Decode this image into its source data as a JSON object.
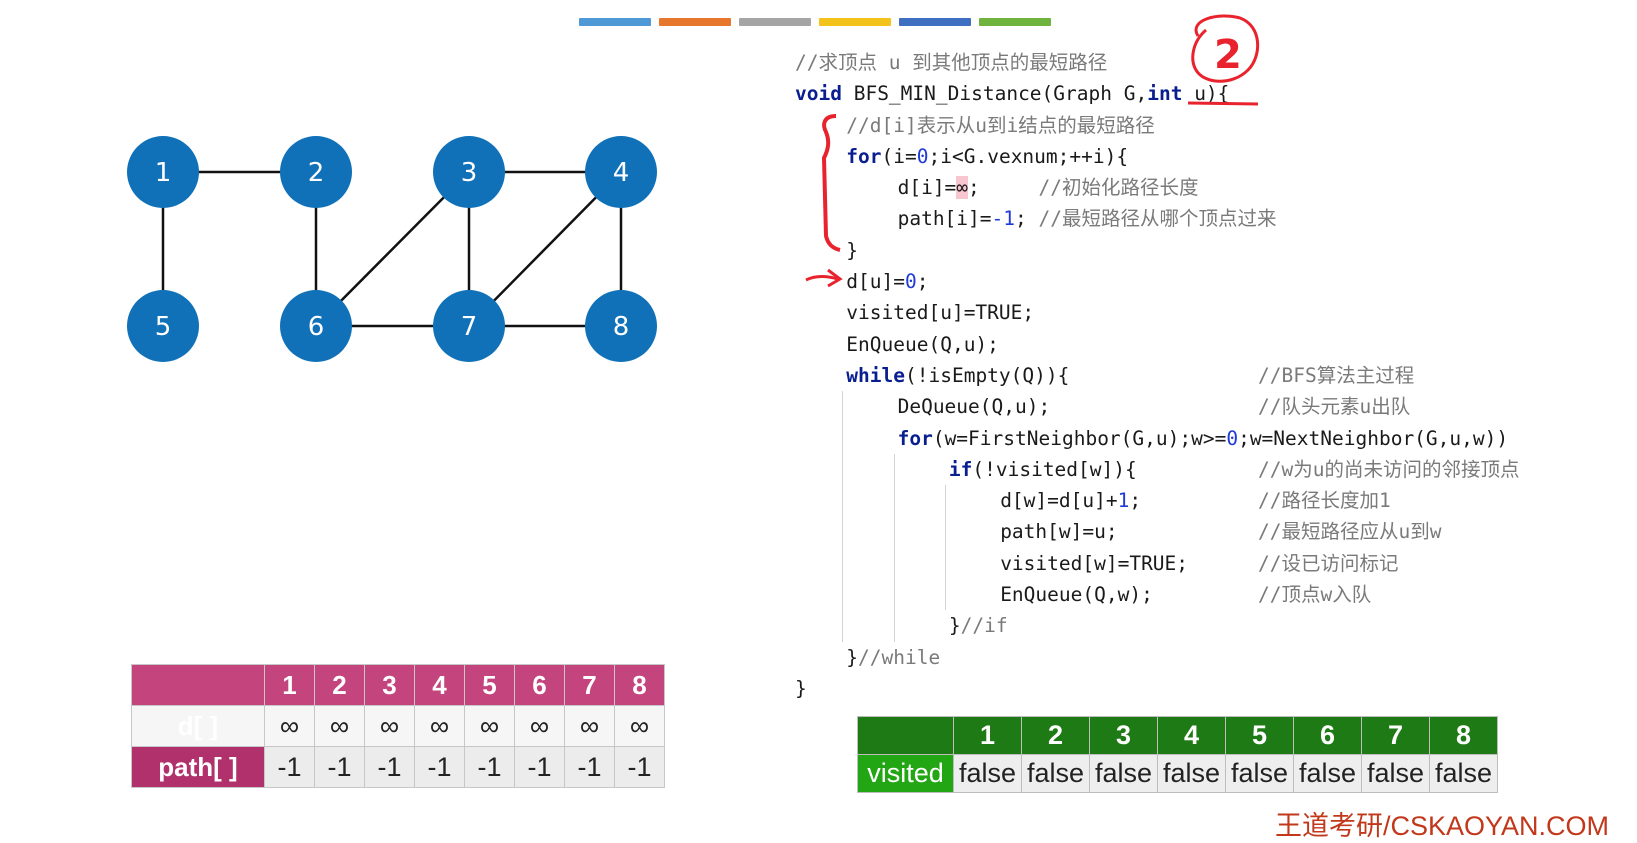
{
  "top_bar_colors": [
    "#4f9ad6",
    "#e8772e",
    "#a5a5a5",
    "#f3c21b",
    "#3f6fc0",
    "#6fb43f"
  ],
  "graph": {
    "node_color": "#1071b8",
    "nodes": [
      {
        "id": "1",
        "label": "1"
      },
      {
        "id": "2",
        "label": "2"
      },
      {
        "id": "3",
        "label": "3"
      },
      {
        "id": "4",
        "label": "4"
      },
      {
        "id": "5",
        "label": "5"
      },
      {
        "id": "6",
        "label": "6"
      },
      {
        "id": "7",
        "label": "7"
      },
      {
        "id": "8",
        "label": "8"
      }
    ],
    "edges": [
      [
        "1",
        "2"
      ],
      [
        "1",
        "5"
      ],
      [
        "2",
        "6"
      ],
      [
        "3",
        "4"
      ],
      [
        "3",
        "6"
      ],
      [
        "3",
        "7"
      ],
      [
        "4",
        "7"
      ],
      [
        "4",
        "8"
      ],
      [
        "6",
        "7"
      ],
      [
        "7",
        "8"
      ]
    ]
  },
  "dist_table": {
    "headers": [
      "1",
      "2",
      "3",
      "4",
      "5",
      "6",
      "7",
      "8"
    ],
    "rows": [
      {
        "label": "d[ ]",
        "values": [
          "∞",
          "∞",
          "∞",
          "∞",
          "∞",
          "∞",
          "∞",
          "∞"
        ]
      },
      {
        "label": "path[ ]",
        "values": [
          "-1",
          "-1",
          "-1",
          "-1",
          "-1",
          "-1",
          "-1",
          "-1"
        ]
      }
    ]
  },
  "code": {
    "lines": [
      {
        "indent": 0,
        "comment_only": "//求顶点 u 到其他顶点的最短路径"
      },
      {
        "indent": 0,
        "kw": "void",
        "rest": " BFS_MIN_Distance(Graph G,",
        "kw2": "int",
        "rest2": " u){"
      },
      {
        "indent": 1,
        "comment_only": "//d[i]表示从u到i结点的最短路径"
      },
      {
        "indent": 1,
        "kw": "for",
        "rest": "(i=",
        "num": "0",
        "rest2": ";i<G.vexnum;++i){"
      },
      {
        "indent": 2,
        "rest": "d[i]=",
        "inf": "∞",
        "rest2": ";     ",
        "cmt_inline": "//初始化路径长度"
      },
      {
        "indent": 2,
        "rest": "path[i]=",
        "num": "-1",
        "rest2": "; ",
        "cmt_inline": "//最短路径从哪个顶点过来"
      },
      {
        "indent": 1,
        "rest": "}"
      },
      {
        "indent": 1,
        "rest": "d[u]=",
        "num": "0",
        "rest2": ";"
      },
      {
        "indent": 1,
        "rest": "visited[u]=TRUE;"
      },
      {
        "indent": 1,
        "rest": "EnQueue(Q,u);"
      },
      {
        "indent": 1,
        "kw": "while",
        "rest": "(!isEmpty(Q)){",
        "cmt": "//BFS算法主过程"
      },
      {
        "indent": 2,
        "rest": "DeQueue(Q,u);",
        "cmt": "//队头元素u出队"
      },
      {
        "indent": 2,
        "kw": "for",
        "rest": "(w=FirstNeighbor(G,u);w>=",
        "num": "0",
        "rest2": ";w=NextNeighbor(G,u,w))"
      },
      {
        "indent": 3,
        "kw": "if",
        "rest": "(!visited[w]){",
        "cmt": "//w为u的尚未访问的邻接顶点"
      },
      {
        "indent": 4,
        "rest": "d[w]=d[u]+",
        "num": "1",
        "rest2": ";",
        "cmt": "//路径长度加1"
      },
      {
        "indent": 4,
        "rest": "path[w]=u;",
        "cmt": "//最短路径应从u到w"
      },
      {
        "indent": 4,
        "rest": "visited[w]=TRUE;",
        "cmt": "//设已访问标记"
      },
      {
        "indent": 4,
        "rest": "EnQueue(Q,w);",
        "cmt": "//顶点w入队"
      },
      {
        "indent": 3,
        "rest": "}",
        "trail_cmt": "//if"
      },
      {
        "indent": 1,
        "rest": "}",
        "trail_cmt": "//while"
      },
      {
        "indent": 0,
        "rest": "}"
      }
    ]
  },
  "annotation": {
    "circled_number": "2",
    "color": "#e8232d"
  },
  "visited_table": {
    "headers": [
      "1",
      "2",
      "3",
      "4",
      "5",
      "6",
      "7",
      "8"
    ],
    "row_label": "visited",
    "values": [
      "false",
      "false",
      "false",
      "false",
      "false",
      "false",
      "false",
      "false"
    ]
  },
  "watermark": "王道考研/CSKAOYAN.COM"
}
